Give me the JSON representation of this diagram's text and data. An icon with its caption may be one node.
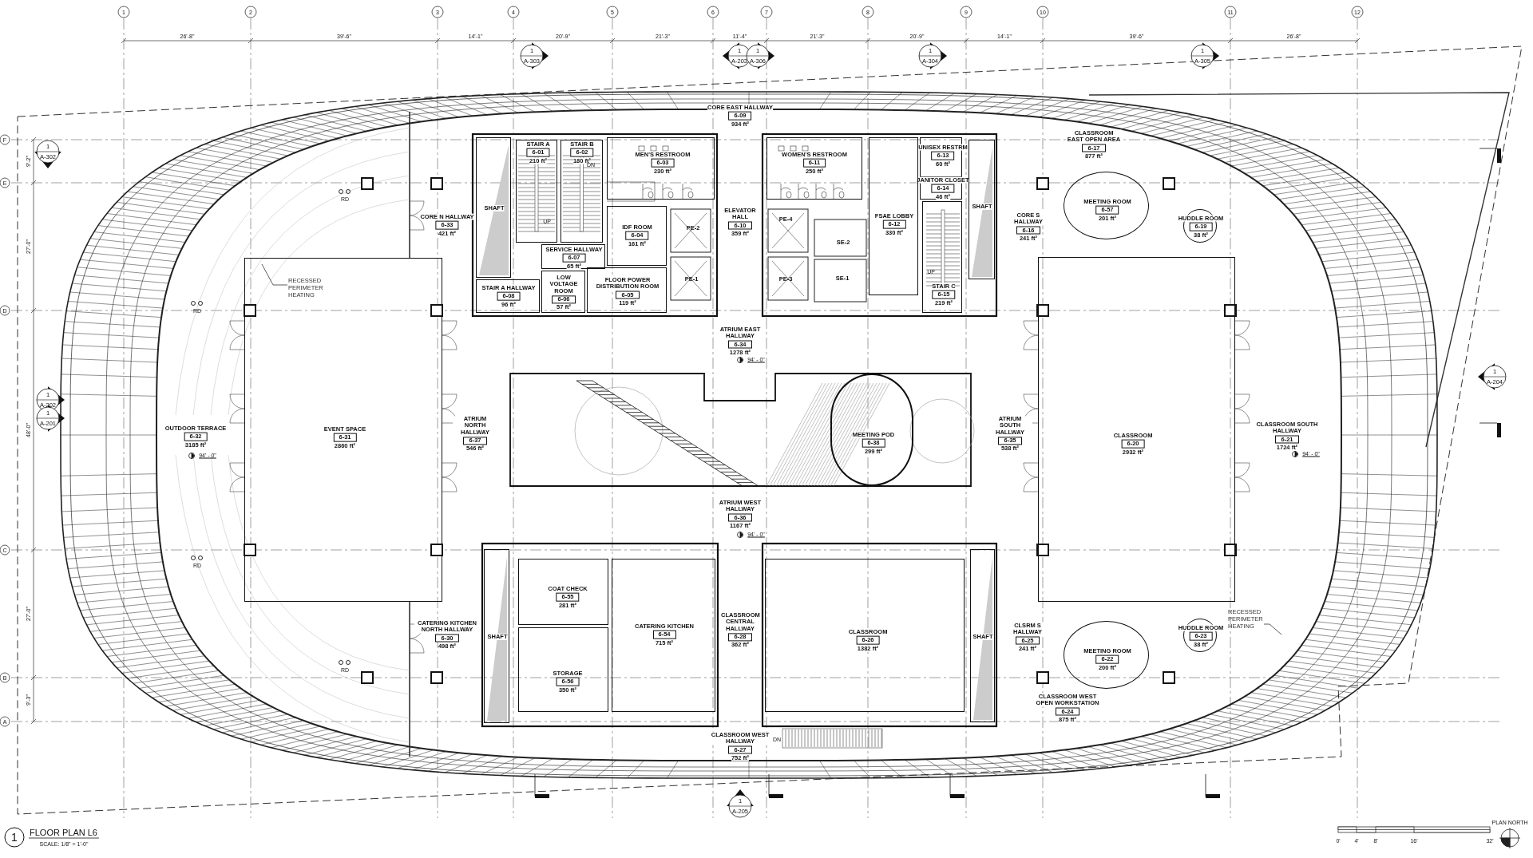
{
  "diagram": {
    "title": "FLOOR PLAN L6",
    "nodes": [
      {
        "text": [
          "CORE EAST HALLWAY",
          "6-09",
          "934 ft²"
        ]
      },
      {
        "text": [
          "STAIR A",
          "6-01",
          "210 ft²"
        ]
      },
      {
        "text": [
          "STAIR B",
          "6-02",
          "180 ft²"
        ]
      },
      {
        "text": [
          "MEN'S RESTROOM",
          "6-03",
          "230 ft²"
        ]
      },
      {
        "text": [
          "WOMEN'S RESTROOM",
          "6-11",
          "250 ft²"
        ]
      },
      {
        "text": [
          "UNISEX RESTRM",
          "6-13",
          "60 ft²"
        ]
      },
      {
        "text": [
          "JANITOR CLOSET",
          "6-14",
          "46 ft²"
        ]
      },
      {
        "text": [
          "CLASSROOM EAST OPEN AREA",
          "6-17",
          "877 ft²"
        ]
      },
      {
        "text": [
          "SHAFT"
        ]
      },
      {
        "text": [
          "CORE N HALLWAY",
          "6-33",
          "421 ft²"
        ]
      },
      {
        "text": [
          "IDF ROOM",
          "6-04",
          "161 ft²"
        ]
      },
      {
        "text": [
          "ELEVATOR HALL",
          "6-10",
          "359 ft²"
        ]
      },
      {
        "text": [
          "FSAE LOBBY",
          "6-12",
          "330 ft²"
        ]
      },
      {
        "text": [
          "SHAFT"
        ]
      },
      {
        "text": [
          "CORE S HALLWAY",
          "6-16",
          "241 ft²"
        ]
      },
      {
        "text": [
          "MEETING ROOM",
          "6-57",
          "201 ft²"
        ]
      },
      {
        "text": [
          "HUDDLE ROOM",
          "6-19",
          "38 ft²"
        ]
      },
      {
        "text": [
          "SERVICE HALLWAY",
          "6-07",
          "65 ft²"
        ]
      },
      {
        "text": [
          "STAIR A HALLWAY",
          "6-08",
          "96 ft²"
        ]
      },
      {
        "text": [
          "LOW VOLTAGE ROOM",
          "6-06",
          "57 ft²"
        ]
      },
      {
        "text": [
          "FLOOR POWER DISTRIBUTION ROOM",
          "6-05",
          "119 ft²"
        ]
      },
      {
        "text": [
          "STAIR C",
          "6-15",
          "219 ft²"
        ]
      },
      {
        "text": [
          "RECESSED PERIMETER HEATING"
        ],
        "in": 25
      },
      {
        "text": [
          "ATRIUM EAST HALLWAY",
          "6-34",
          "1278 ft²"
        ]
      },
      {
        "text": [
          "OUTDOOR TERRACE",
          "6-32",
          "3185 ft²"
        ]
      },
      {
        "text": [
          "EVENT SPACE",
          "6-31",
          "2860 ft²"
        ]
      },
      {
        "text": [
          "ATRIUM NORTH HALLWAY",
          "6-37",
          "546 ft²"
        ]
      },
      {
        "text": [
          "MEETING POD",
          "6-38",
          "299 ft²"
        ]
      },
      {
        "text": [
          "ATRIUM SOUTH HALLWAY",
          "6-35",
          "538 ft²"
        ]
      },
      {
        "text": [
          "CLASSROOM",
          "6-20",
          "2932 ft²"
        ]
      },
      {
        "text": [
          "CLASSROOM SOUTH HALLWAY",
          "6-21",
          "1724 ft²"
        ]
      },
      {
        "text": [
          "ATRIUM WEST HALLWAY",
          "6-36",
          "1167 ft²"
        ]
      },
      {
        "text": [
          "COAT CHECK",
          "6-55",
          "281 ft²"
        ]
      },
      {
        "text": [
          "CATERING KITCHEN NORTH HALLWAY",
          "6-30",
          "498 ft²"
        ]
      },
      {
        "text": [
          "SHAFT"
        ]
      },
      {
        "text": [
          "CATERING KITCHEN",
          "6-54",
          "715 ft²"
        ]
      },
      {
        "text": [
          "CLASSROOM CENTRAL HALLWAY",
          "6-28",
          "362 ft²"
        ]
      },
      {
        "text": [
          "CLASSROOM",
          "6-26",
          "1382 ft²"
        ]
      },
      {
        "text": [
          "SHAFT"
        ]
      },
      {
        "text": [
          "CLSRM S HALLWAY",
          "6-25",
          "241 ft²"
        ]
      },
      {
        "text": [
          "RECESSED PERIMETER HEATING"
        ]
      },
      {
        "text": [
          "HUDDLE ROOM",
          "6-23",
          "38 ft²"
        ]
      },
      {
        "text": [
          "MEETING ROOM",
          "6-22",
          "200 ft²"
        ]
      },
      {
        "text": [
          "STORAGE",
          "6-56",
          "350 ft²"
        ]
      },
      {
        "text": [
          "CLASSROOM WEST OPEN WORKSTATION",
          "6-24",
          "875 ft²"
        ]
      },
      {
        "text": [
          "CLASSROOM WEST HALLWAY",
          "6-27",
          "752 ft²"
        ]
      }
    ],
    "edges": [
      {
        "from": 22,
        "to": 25,
        "arrow": "none"
      },
      {
        "from": 40,
        "to": null,
        "arrow": "none"
      }
    ],
    "labels": [
      "1",
      "2",
      "3",
      "4",
      "5",
      "6",
      "7",
      "8",
      "9",
      "10",
      "11",
      "12",
      "26'-8\"",
      "39'-6\"",
      "14'-1\"",
      "20'-9\"",
      "21'-3\"",
      "11'-4\"",
      "21'-3\"",
      "20'-9\"",
      "14'-1\"",
      "39'-6\"",
      "26'-8\"",
      "F",
      "E",
      "D",
      "C",
      "B",
      "A",
      "9'-2\"",
      "27'-0\"",
      "48'-0\"",
      "27'-0\"",
      "9'-3\"",
      "1",
      "A-302",
      "1",
      "A-202",
      "1",
      "A-201",
      "1",
      "A-303",
      "1",
      "A-203",
      "1",
      "A-306",
      "1",
      "A-304",
      "1",
      "A-305",
      "1",
      "A-204",
      "1",
      "A-205",
      "RD",
      "RD",
      "RD",
      "RD",
      "94' - 0\"",
      "94' - 0\"",
      "94' - 0\"",
      "94' - 0\"",
      "UP",
      "DN",
      "UP",
      "DN",
      "PE-2",
      "PE-1",
      "PE-4",
      "PE-3",
      "SE-2",
      "SE-1",
      "0'",
      "4'",
      "8'",
      "16'",
      "32'",
      "PLAN NORTH",
      "1",
      "SCALE: 1/8\" = 1'-0\""
    ]
  }
}
